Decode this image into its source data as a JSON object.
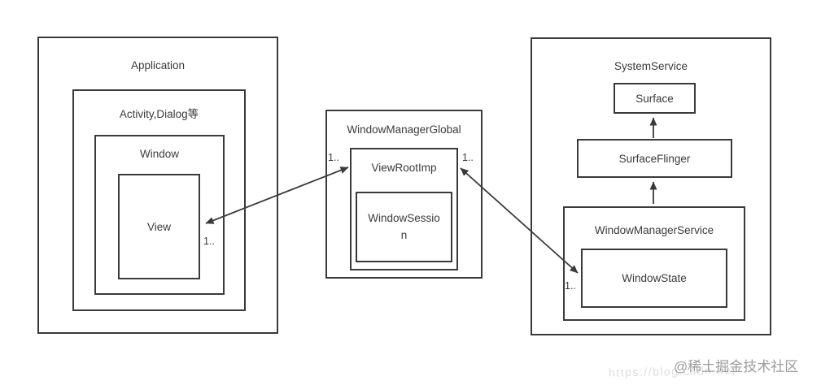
{
  "boxes": {
    "application": {
      "label": "Application"
    },
    "activity_dialog": {
      "label": "Activity,Dialog等"
    },
    "window": {
      "label": "Window"
    },
    "view": {
      "label": "View"
    },
    "window_manager_global": {
      "label": "WindowManagerGlobal"
    },
    "view_root_imp": {
      "label": "ViewRootImp"
    },
    "window_session": {
      "label": "WindowSession"
    },
    "system_service": {
      "label": "SystemService"
    },
    "surface": {
      "label": "Surface"
    },
    "surface_flinger": {
      "label": "SurfaceFlinger"
    },
    "window_manager_service": {
      "label": "WindowManagerService"
    },
    "window_state": {
      "label": "WindowState"
    }
  },
  "multiplicities": {
    "view": "1..",
    "view_root_left": "1..",
    "view_root_right": "1..",
    "window_state": "1.."
  },
  "edges": [
    {
      "from": "View",
      "to": "ViewRootImp",
      "type": "bidirectional"
    },
    {
      "from": "ViewRootImp",
      "to": "WindowState",
      "type": "bidirectional"
    },
    {
      "from": "SurfaceFlinger",
      "to": "Surface",
      "type": "directed"
    },
    {
      "from": "WindowManagerService",
      "to": "SurfaceFlinger",
      "type": "directed"
    }
  ],
  "watermark": {
    "community": "@稀土掘金技术社区",
    "url_text": "https://blog.csdn.net"
  },
  "colors": {
    "line": "#3a3a3a",
    "text": "#3a3a3a",
    "watermark": "#9d9d9d"
  }
}
